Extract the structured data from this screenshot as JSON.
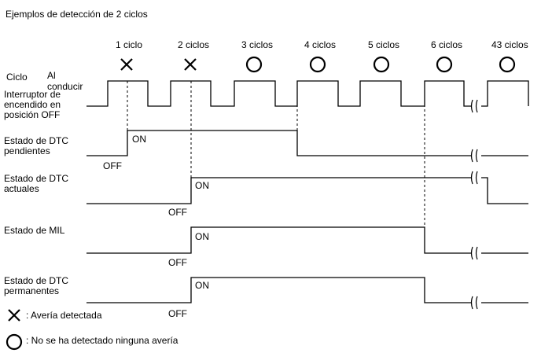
{
  "title": "Ejemplos de detección de 2 ciclos",
  "cycles": [
    {
      "label": "1 ciclo",
      "result": "fault"
    },
    {
      "label": "2 ciclos",
      "result": "fault"
    },
    {
      "label": "3 ciclos",
      "result": "ok"
    },
    {
      "label": "4 ciclos",
      "result": "ok"
    },
    {
      "label": "5 ciclos",
      "result": "ok"
    },
    {
      "label": "6 ciclos",
      "result": "ok"
    },
    {
      "label": "43 ciclos",
      "result": "ok"
    }
  ],
  "rows": {
    "ciclo": {
      "label": "Ciclo"
    },
    "driving": {
      "label": "Al conducir"
    },
    "ignition": {
      "label": [
        "Interruptor de",
        "encendido en",
        "posición OFF"
      ]
    },
    "pending": {
      "label": [
        "Estado de DTC",
        "pendientes"
      ],
      "off": "OFF",
      "on": "ON"
    },
    "current": {
      "label": [
        "Estado de DTC",
        "actuales"
      ],
      "off": "OFF",
      "on": "ON"
    },
    "mil": {
      "label": [
        "Estado de MIL"
      ],
      "off": "OFF",
      "on": "ON"
    },
    "permanent": {
      "label": [
        "Estado de DTC",
        "permanentes"
      ],
      "off": "OFF",
      "on": "ON"
    }
  },
  "legend": [
    {
      "symbol": "cross-icon",
      "text": ": Avería detectada"
    },
    {
      "symbol": "circle-icon",
      "text": ": No se ha detectado ninguna avería"
    }
  ],
  "colors": {
    "line": "#000000",
    "background": "#ffffff"
  }
}
